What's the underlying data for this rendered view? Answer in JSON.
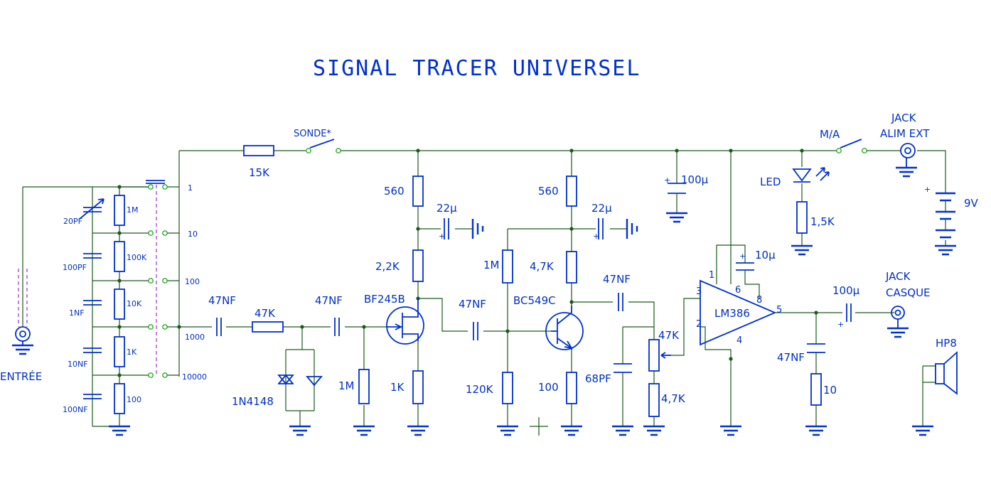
{
  "title": "SIGNAL TRACER UNIVERSEL",
  "labels": {
    "entree": "ENTRÉE",
    "sonde": "SONDE*",
    "r_15k": "15K",
    "c_20pf": "20PF",
    "c_100pf": "100PF",
    "c_1nf": "1NF",
    "c_10nf": "10NF",
    "c_100nf": "100NF",
    "r_1m_att": "1M",
    "r_100k_att": "100K",
    "r_10k_att": "10K",
    "r_1k_att": "1K",
    "r_100_att": "100",
    "range_1": "1",
    "range_10": "10",
    "range_100": "100",
    "range_1000": "1000",
    "range_10000": "10000",
    "c_47nf_a": "47NF",
    "r_47k": "47K",
    "c_47nf_b": "47NF",
    "diode": "1N4148",
    "r_1m_gate": "1M",
    "fet": "BF245B",
    "r_560_a": "560",
    "c_22u_a": "22µ",
    "r_2k2": "2,2K",
    "r_1k_src": "1K",
    "c_47nf_c": "47NF",
    "r_1m_bias": "1M",
    "r_120k": "120K",
    "bjt": "BC549C",
    "r_560_b": "560",
    "c_22u_b": "22µ",
    "r_4k7_a": "4,7K",
    "r_100_em": "100",
    "c_47nf_d": "47NF",
    "c_68pf": "68PF",
    "pot_47k": "47K",
    "r_4k7_b": "4,7K",
    "c_100u_sup": "100µ",
    "ic": "LM386",
    "c_10u": "10µ",
    "pin1": "1",
    "pin2": "2",
    "pin3": "3",
    "pin4": "4",
    "pin5": "5",
    "pin6": "6",
    "pin8": "8",
    "led": "LED",
    "r_1k5": "1,5K",
    "ma": "M/A",
    "jack_alim_1": "JACK",
    "jack_alim_2": "ALIM EXT",
    "bat": "9V",
    "c_100u_out": "100µ",
    "jack_casque_1": "JACK",
    "jack_casque_2": "CASQUE",
    "c_47nf_out": "47NF",
    "r_10": "10",
    "hp": "HP8"
  }
}
